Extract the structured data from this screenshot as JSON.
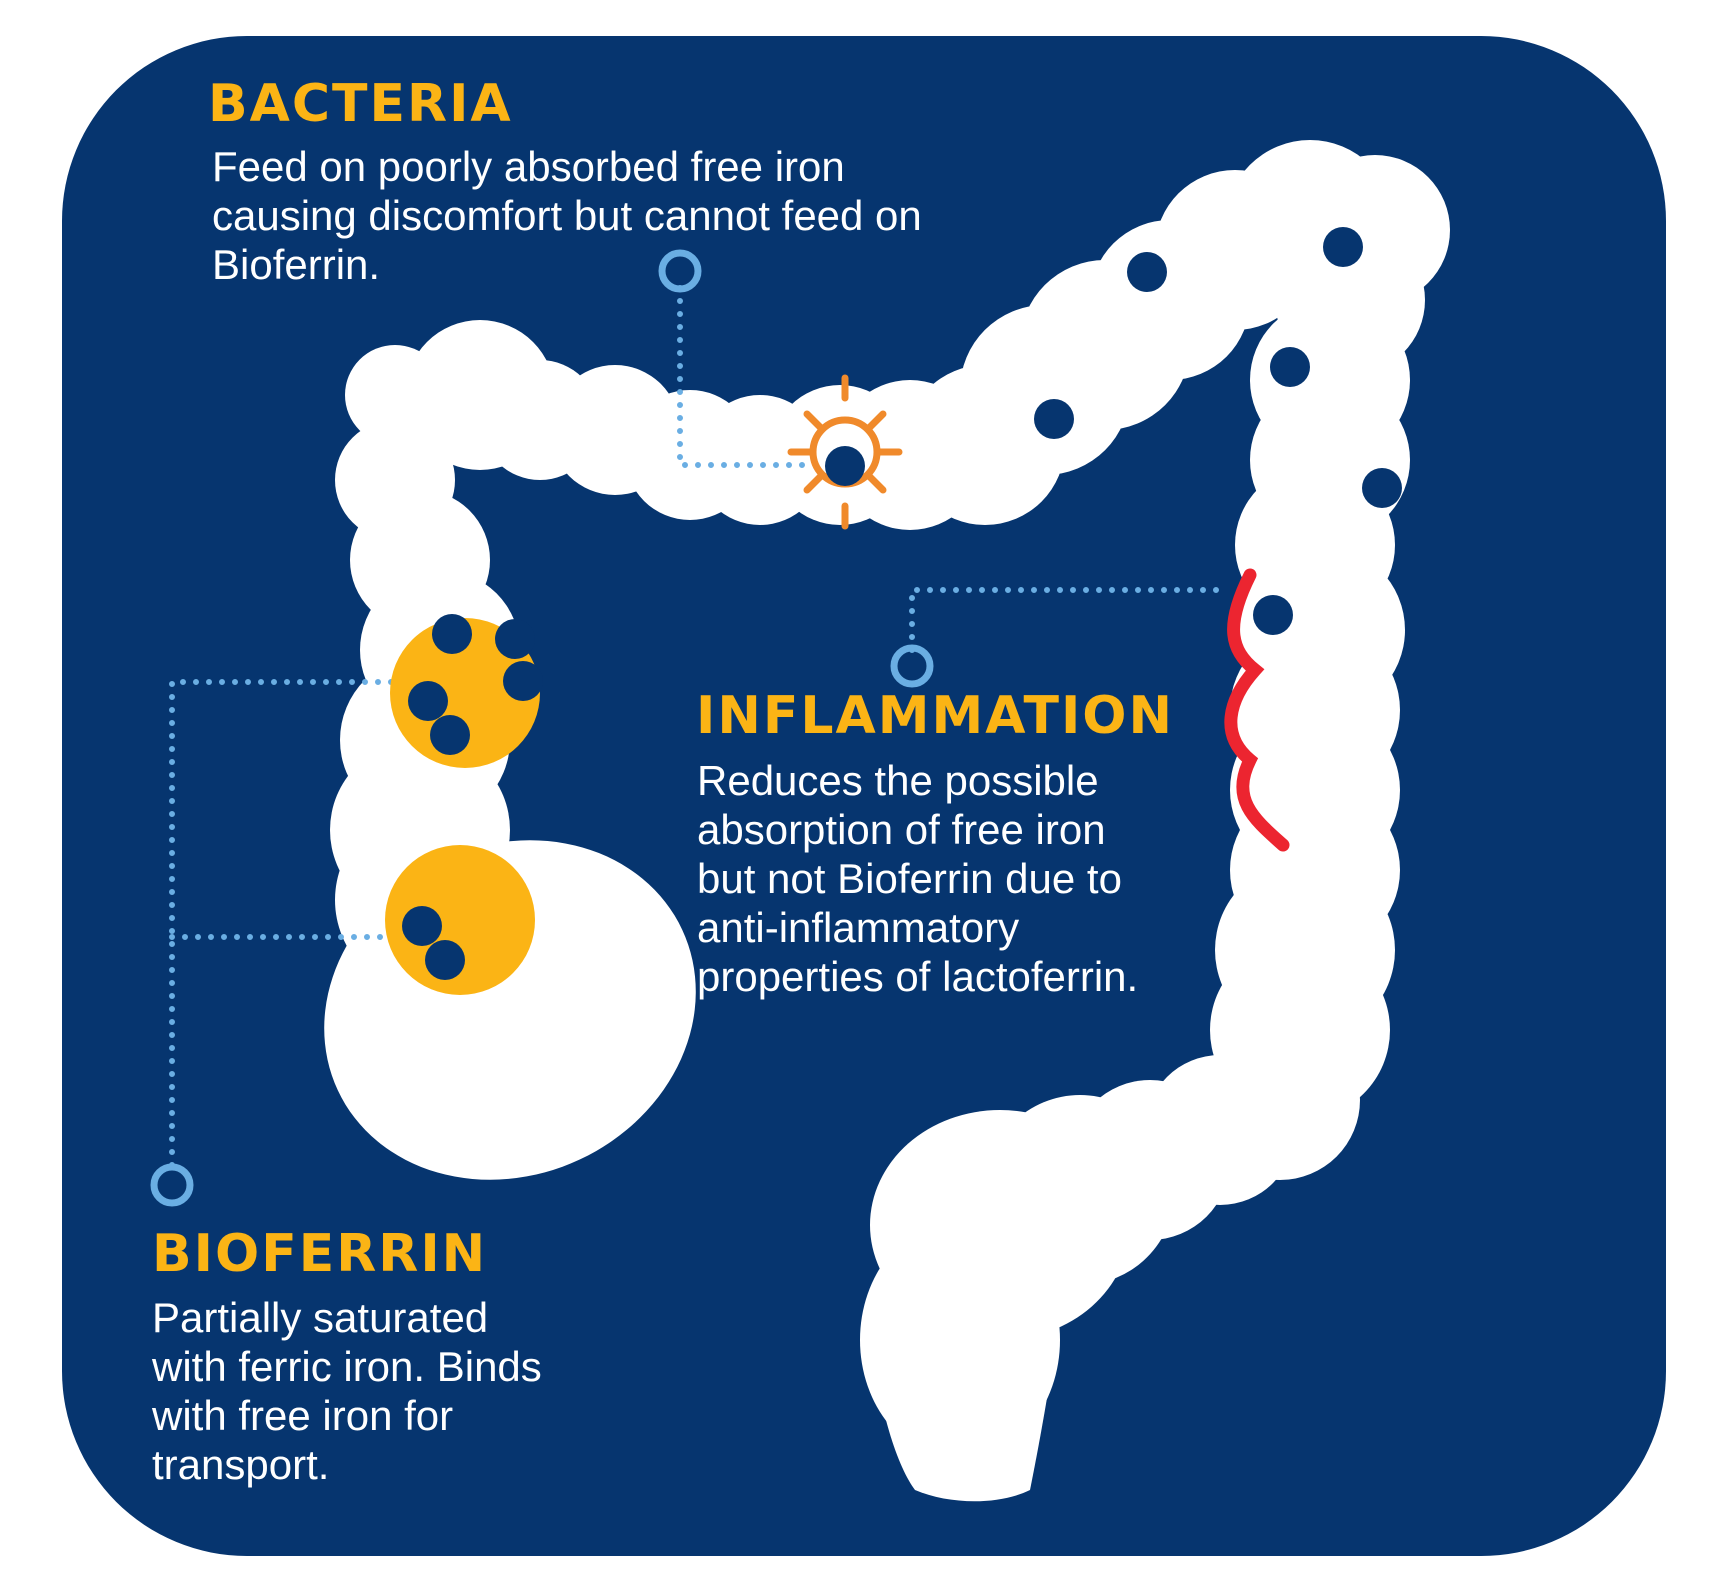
{
  "colors": {
    "background_panel": "#06356f",
    "colon": "#ffffff",
    "heading": "#fbb415",
    "body_text": "#ffffff",
    "connector": "#6aaee3",
    "bioferrin_particle": "#fbb415",
    "iron_dot": "#06356f",
    "bacteria": "#f08a2b",
    "inflammation": "#ec2530"
  },
  "icons": [
    "bacteria-icon",
    "bioferrin-particle-icon",
    "iron-dot-icon",
    "inflammation-marker-icon",
    "connector-ring-icon"
  ],
  "bacteria": {
    "heading": "BACTERIA",
    "lines": [
      "Feed on poorly absorbed free iron",
      "causing discomfort but cannot feed on",
      "Bioferrin."
    ]
  },
  "inflammation": {
    "heading": "INFLAMMATION",
    "lines": [
      "Reduces the possible",
      "absorption of free iron",
      "but not Bioferrin due to",
      "anti-inflammatory",
      "properties of lactoferrin."
    ]
  },
  "bioferrin": {
    "heading": "BIOFERRIN",
    "lines": [
      "Partially saturated",
      "with ferric iron. Binds",
      "with free iron for",
      "transport."
    ]
  }
}
